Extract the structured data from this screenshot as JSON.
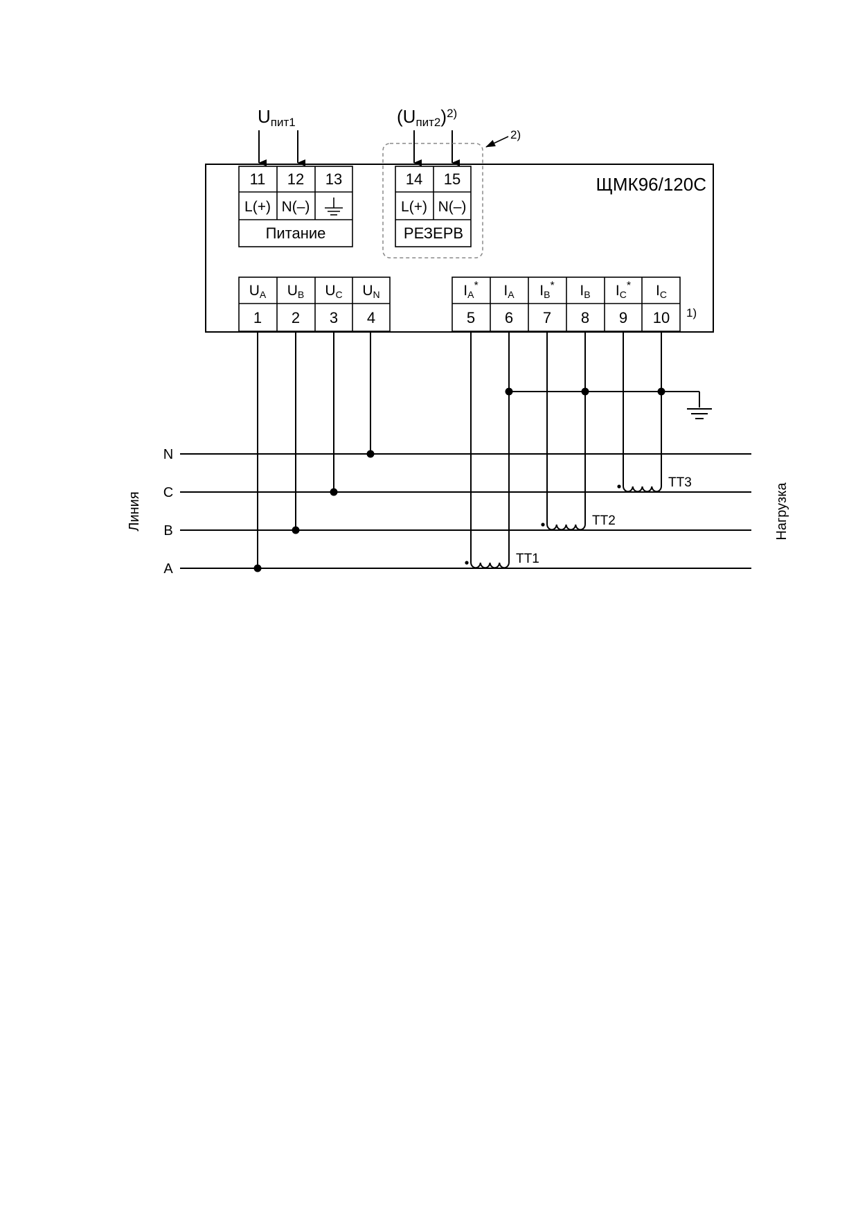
{
  "device": {
    "title": "ЩМК96/120С"
  },
  "supply1": {
    "label_main": "U",
    "label_sub": "пит1",
    "terminals": [
      {
        "num": "11",
        "func": "L(+)"
      },
      {
        "num": "12",
        "func": "N(–)"
      },
      {
        "num": "13",
        "func": ""
      }
    ],
    "group_label": "Питание"
  },
  "supply2": {
    "label_open": "(U",
    "label_sub": "пит2",
    "label_close": ")",
    "label_note": "2)",
    "terminals": [
      {
        "num": "14",
        "func": "L(+)"
      },
      {
        "num": "15",
        "func": "N(–)"
      }
    ],
    "group_label": "РЕЗЕРВ",
    "note_marker": "2)"
  },
  "voltage_terminals": [
    {
      "main": "U",
      "sub": "A",
      "num": "1"
    },
    {
      "main": "U",
      "sub": "B",
      "num": "2"
    },
    {
      "main": "U",
      "sub": "C",
      "num": "3"
    },
    {
      "main": "U",
      "sub": "N",
      "num": "4"
    }
  ],
  "current_terminals": [
    {
      "main": "I",
      "sub": "A",
      "star": "*",
      "num": "5"
    },
    {
      "main": "I",
      "sub": "A",
      "star": "",
      "num": "6"
    },
    {
      "main": "I",
      "sub": "B",
      "star": "*",
      "num": "7"
    },
    {
      "main": "I",
      "sub": "B",
      "star": "",
      "num": "8"
    },
    {
      "main": "I",
      "sub": "C",
      "star": "*",
      "num": "9"
    },
    {
      "main": "I",
      "sub": "C",
      "star": "",
      "num": "10"
    }
  ],
  "current_note_marker": "1)",
  "lines": [
    {
      "label": "N"
    },
    {
      "label": "C"
    },
    {
      "label": "B"
    },
    {
      "label": "A"
    }
  ],
  "transformers": [
    {
      "label": "ТТ1"
    },
    {
      "label": "ТТ2"
    },
    {
      "label": "ТТ3"
    }
  ],
  "side_labels": {
    "left": "Линия",
    "right": "Нагрузка"
  }
}
